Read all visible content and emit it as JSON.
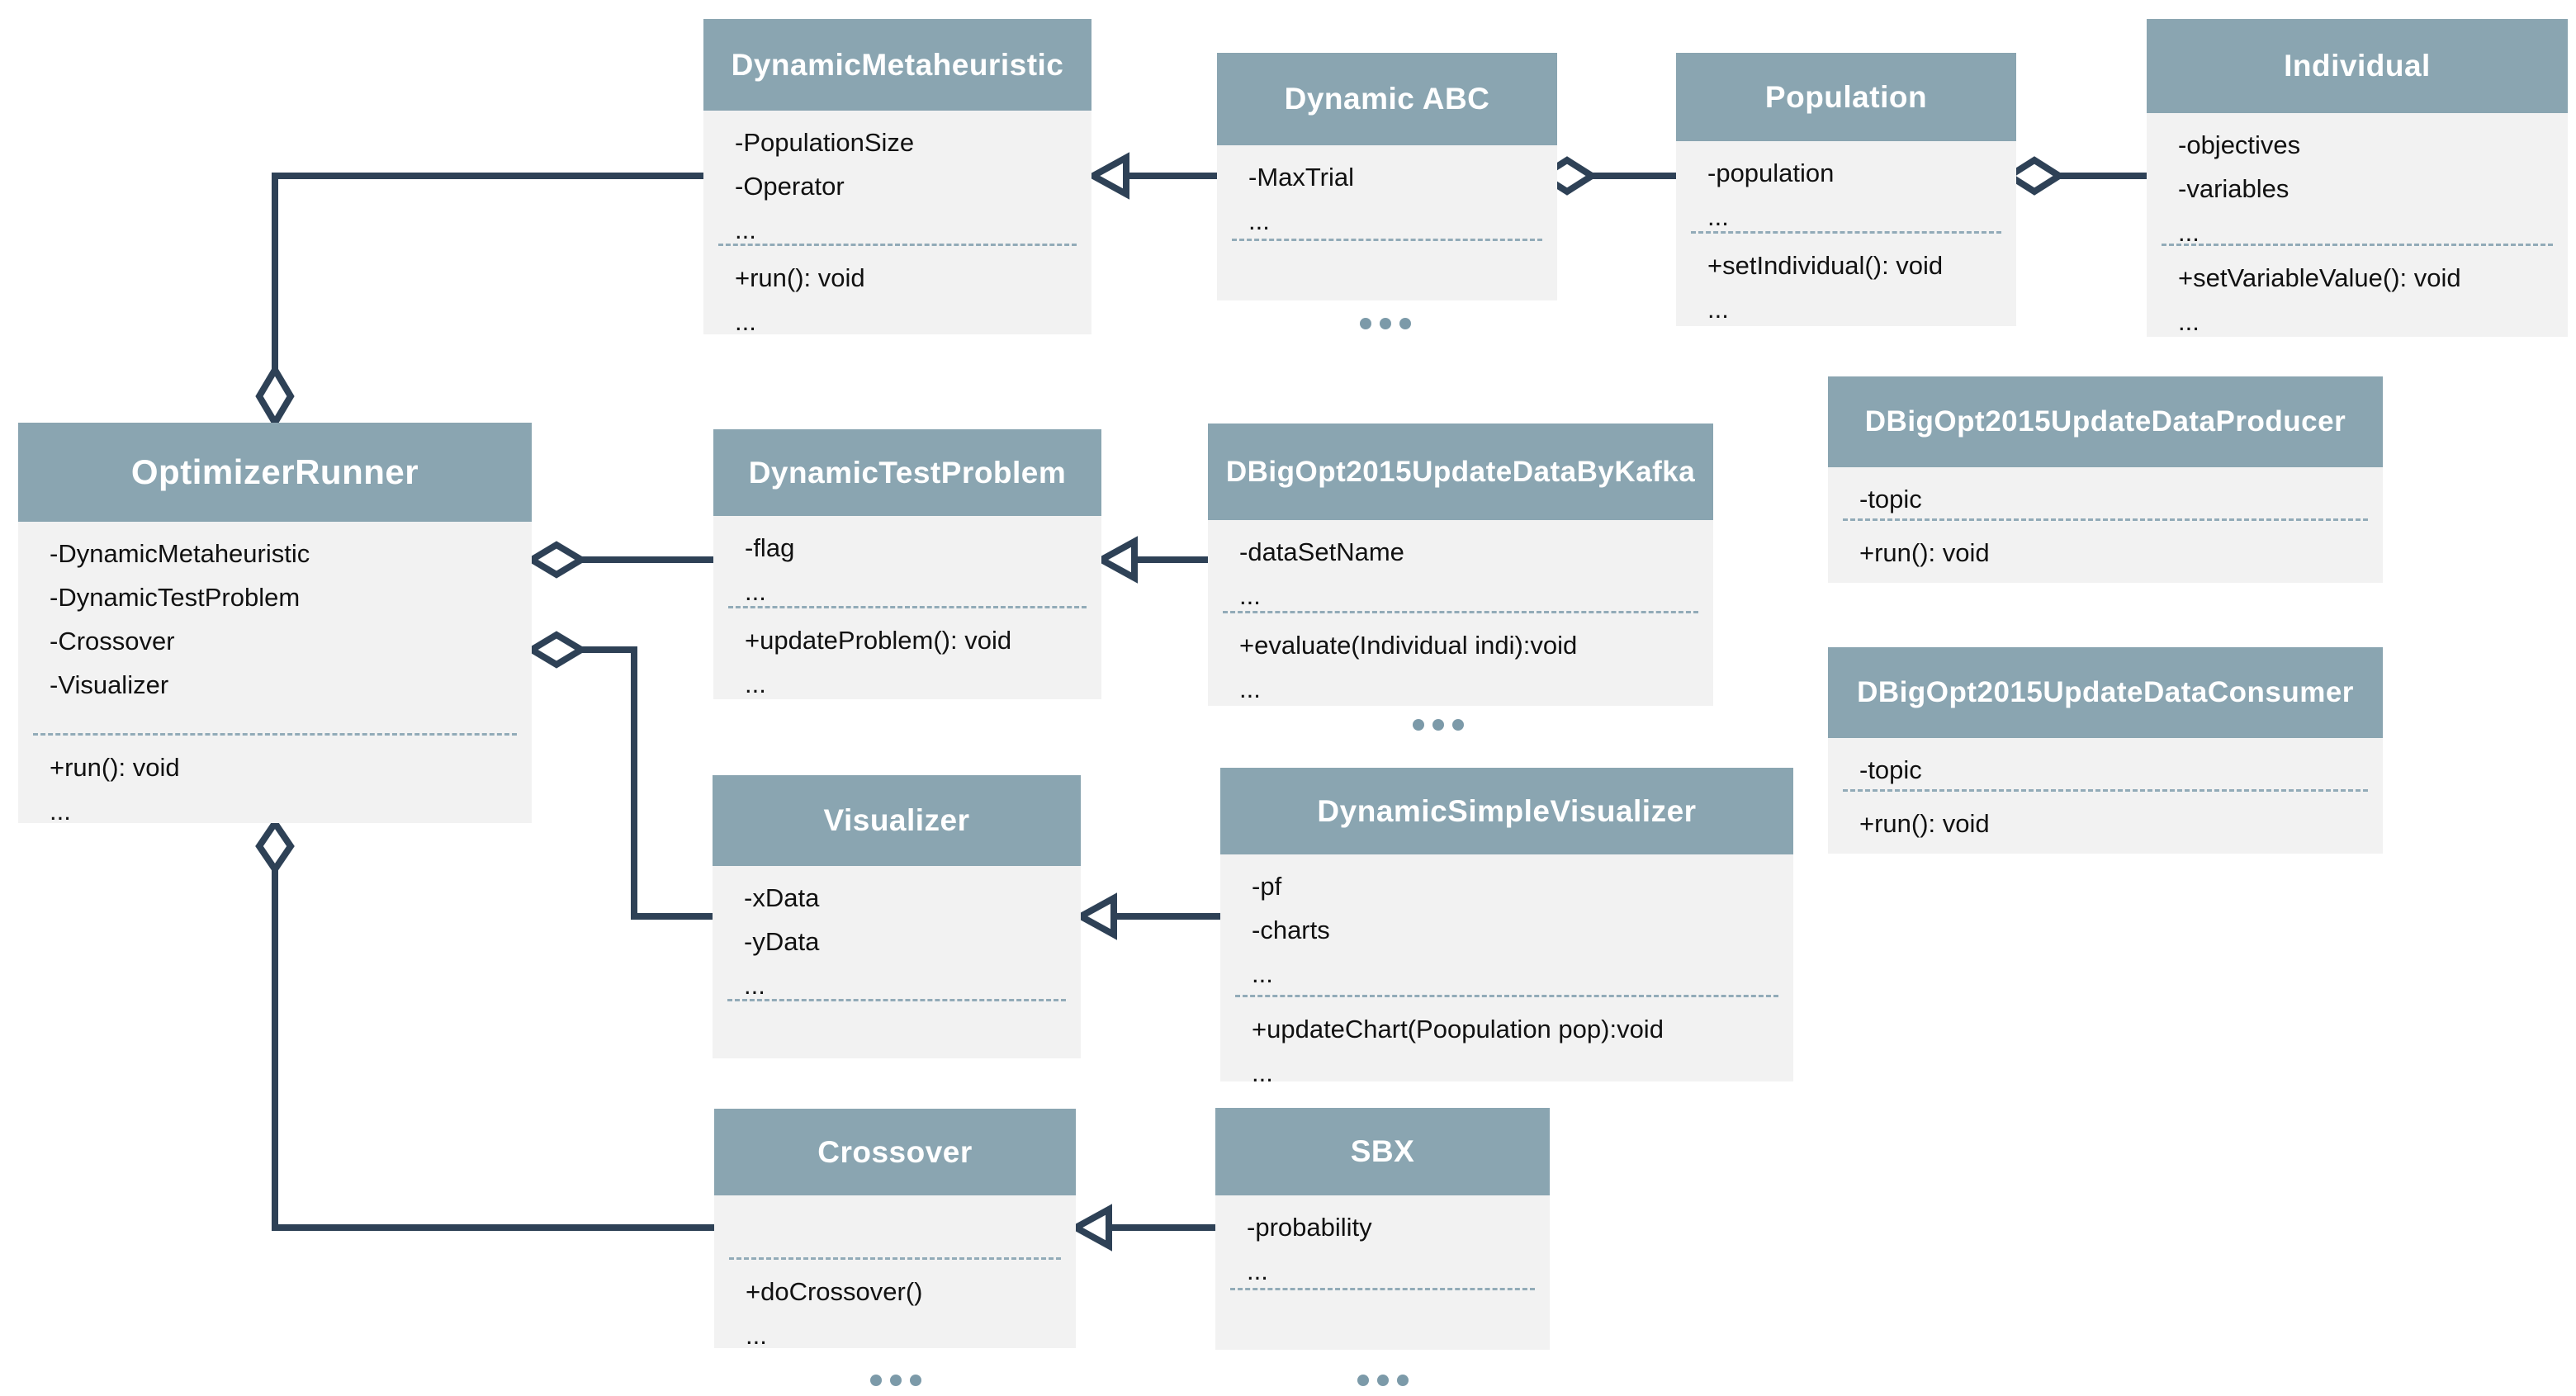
{
  "diagram_title": "Dynamic optimization framework UML class diagram",
  "colors": {
    "header": "#8aa5b1",
    "body": "#f2f2f2",
    "line": "#2e4156",
    "divider": "#92abb8",
    "dots": "#7c9aa9",
    "title_text": "#ffffff",
    "body_text": "#111111"
  },
  "classes": [
    {
      "id": "dynamic-metaheuristic",
      "title": "DynamicMetaheuristic",
      "attributes": [
        "-PopulationSize",
        "-Operator",
        "..."
      ],
      "methods": [
        "+run(): void",
        "..."
      ]
    },
    {
      "id": "dynamic-abc",
      "title": "Dynamic ABC",
      "attributes": [
        "-MaxTrial",
        "..."
      ],
      "methods": []
    },
    {
      "id": "population",
      "title": "Population",
      "attributes": [
        "-population",
        "..."
      ],
      "methods": [
        "+setIndividual(): void",
        "..."
      ]
    },
    {
      "id": "individual",
      "title": "Individual",
      "attributes": [
        "-objectives",
        "-variables",
        "..."
      ],
      "methods": [
        "+setVariableValue(): void",
        "..."
      ]
    },
    {
      "id": "optimizer-runner",
      "title": "OptimizerRunner",
      "attributes": [
        "-DynamicMetaheuristic",
        "-DynamicTestProblem",
        "-Crossover",
        "-Visualizer",
        "..."
      ],
      "methods": [
        "+run(): void",
        "..."
      ]
    },
    {
      "id": "dynamic-test-problem",
      "title": "DynamicTestProblem",
      "attributes": [
        "-flag",
        "..."
      ],
      "methods": [
        "+updateProblem(): void",
        "..."
      ]
    },
    {
      "id": "dbigopt2015-update-data-by-kafka",
      "title": "DBigOpt2015UpdateDataByKafka",
      "attributes": [
        "-dataSetName",
        "..."
      ],
      "methods": [
        "+evaluate(Individual indi):void",
        "..."
      ]
    },
    {
      "id": "dbigopt2015-update-data-producer",
      "title": "DBigOpt2015UpdateDataProducer",
      "attributes": [
        "-topic"
      ],
      "methods": [
        "+run(): void"
      ]
    },
    {
      "id": "dbigopt2015-update-data-consumer",
      "title": "DBigOpt2015UpdateDataConsumer",
      "attributes": [
        "-topic"
      ],
      "methods": [
        "+run(): void"
      ]
    },
    {
      "id": "visualizer",
      "title": "Visualizer",
      "attributes": [
        "-xData",
        "-yData",
        "..."
      ],
      "methods": []
    },
    {
      "id": "dynamic-simple-visualizer",
      "title": "DynamicSimpleVisualizer",
      "attributes": [
        "-pf",
        "-charts",
        "..."
      ],
      "methods": [
        "+updateChart(Poopulation pop):void",
        "..."
      ]
    },
    {
      "id": "crossover",
      "title": "Crossover",
      "attributes": [],
      "methods": [
        "+doCrossover()",
        "..."
      ]
    },
    {
      "id": "sbx",
      "title": "SBX",
      "attributes": [
        "-probability",
        "..."
      ],
      "methods": []
    }
  ],
  "overflow_dots_below": [
    "Dynamic ABC",
    "DBigOpt2015UpdateDataByKafka",
    "Crossover",
    "SBX"
  ],
  "relationships": [
    {
      "type": "inheritance",
      "from": "Dynamic ABC",
      "to": "DynamicMetaheuristic"
    },
    {
      "type": "aggregation",
      "owner": "Dynamic ABC",
      "part": "Population"
    },
    {
      "type": "aggregation",
      "owner": "Population",
      "part": "Individual"
    },
    {
      "type": "aggregation",
      "owner": "OptimizerRunner",
      "part": "DynamicMetaheuristic"
    },
    {
      "type": "aggregation",
      "owner": "OptimizerRunner",
      "part": "DynamicTestProblem"
    },
    {
      "type": "aggregation",
      "owner": "OptimizerRunner",
      "part": "Visualizer"
    },
    {
      "type": "aggregation",
      "owner": "OptimizerRunner",
      "part": "Crossover"
    },
    {
      "type": "inheritance",
      "from": "DBigOpt2015UpdateDataByKafka",
      "to": "DynamicTestProblem"
    },
    {
      "type": "inheritance",
      "from": "DynamicSimpleVisualizer",
      "to": "Visualizer"
    },
    {
      "type": "inheritance",
      "from": "SBX",
      "to": "Crossover"
    }
  ]
}
